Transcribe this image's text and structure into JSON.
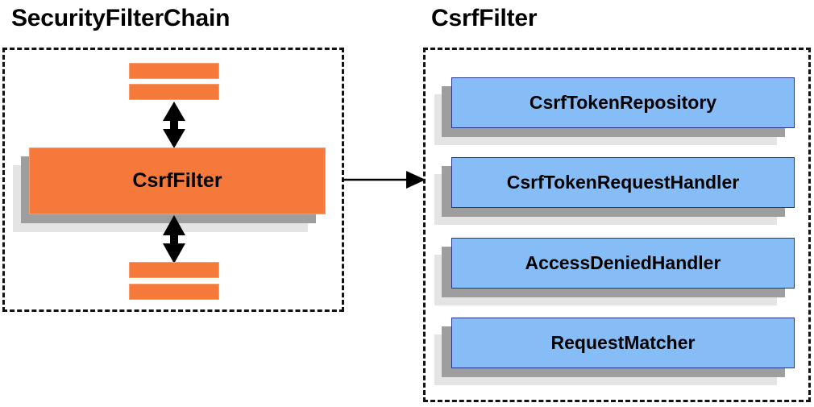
{
  "diagram": {
    "type": "component-relationship-diagram",
    "background_color": "#ffffff",
    "panels": [
      {
        "id": "security-filter-chain",
        "title": "SecurityFilterChain",
        "border_style": "dashed",
        "border_color": "#121212",
        "contents_description": "CsrfFilter positioned among other filters in the chain",
        "filter_bars": [
          {
            "index": 1,
            "position": "above",
            "label": ""
          },
          {
            "index": 2,
            "position": "above",
            "label": ""
          },
          {
            "index": 3,
            "position": "below",
            "label": ""
          },
          {
            "index": 4,
            "position": "below",
            "label": ""
          }
        ],
        "main_component": {
          "label": "CsrfFilter",
          "fill_color": "#f4793b",
          "border_color": "#f99d6e",
          "text_color": "#000000"
        },
        "connectors": [
          {
            "id": "upper-chain-link",
            "style": "double-headed-vertical-arrow",
            "color": "#000000"
          },
          {
            "id": "lower-chain-link",
            "style": "double-headed-vertical-arrow",
            "color": "#000000"
          }
        ]
      },
      {
        "id": "csrf-filter-detail",
        "title": "CsrfFilter",
        "border_style": "dashed",
        "border_color": "#121212",
        "dependencies": [
          {
            "label": "CsrfTokenRepository",
            "fill_color": "#87bdf7",
            "border_color": "#26338c"
          },
          {
            "label": "CsrfTokenRequestHandler",
            "fill_color": "#87bdf7",
            "border_color": "#26338c"
          },
          {
            "label": "AccessDeniedHandler",
            "fill_color": "#87bdf7",
            "border_color": "#26338c"
          },
          {
            "label": "RequestMatcher",
            "fill_color": "#87bdf7",
            "border_color": "#26338c"
          }
        ]
      }
    ],
    "cross_panel_connector": {
      "id": "expand-arrow",
      "style": "single-headed-horizontal-arrow",
      "color": "#000000",
      "from_panel": "security-filter-chain",
      "to_panel": "csrf-filter-detail",
      "label": ""
    },
    "shadow_palette": {
      "light": "#e4e4e4",
      "mid": "#9e9e9e"
    }
  }
}
